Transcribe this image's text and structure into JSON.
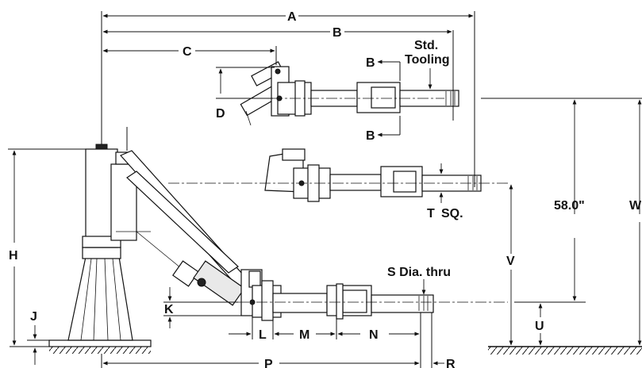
{
  "labels": {
    "A": "A",
    "B_top": "B",
    "C": "C",
    "D": "D",
    "B_arrow_top": "B",
    "B_arrow_bottom": "B",
    "std_tooling_line1": "Std.",
    "std_tooling_line2": "Tooling",
    "T": "T",
    "SQ": "SQ.",
    "H": "H",
    "J": "J",
    "K": "K",
    "L": "L",
    "M": "M",
    "N": "N",
    "P": "P",
    "R": "R",
    "S": "S Dia. thru",
    "U": "U",
    "V": "V",
    "W": "W",
    "height_58": "58.0\""
  }
}
